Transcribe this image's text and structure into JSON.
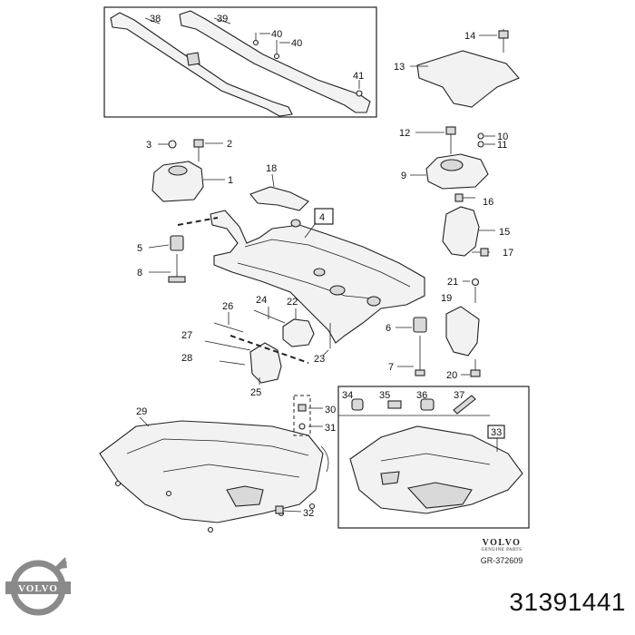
{
  "diagram": {
    "callouts": [
      "1",
      "2",
      "3",
      "4",
      "5",
      "6",
      "7",
      "8",
      "10",
      "11",
      "12",
      "13",
      "14",
      "15",
      "16",
      "17",
      "18",
      "19",
      "20",
      "21",
      "22",
      "23",
      "24",
      "25",
      "26",
      "27",
      "28",
      "29",
      "30",
      "31",
      "32",
      "33",
      "34",
      "35",
      "36",
      "37",
      "38",
      "39",
      "40",
      "41",
      "9"
    ],
    "boxed_callouts": [
      "4",
      "33"
    ]
  },
  "brand": {
    "name": "VOLVO",
    "subtitle": "GENUINE PARTS",
    "reference": "GR-372609"
  },
  "logo": {
    "text": "VOLVO",
    "color": "#8a8a8a"
  },
  "part_number": "31391441"
}
